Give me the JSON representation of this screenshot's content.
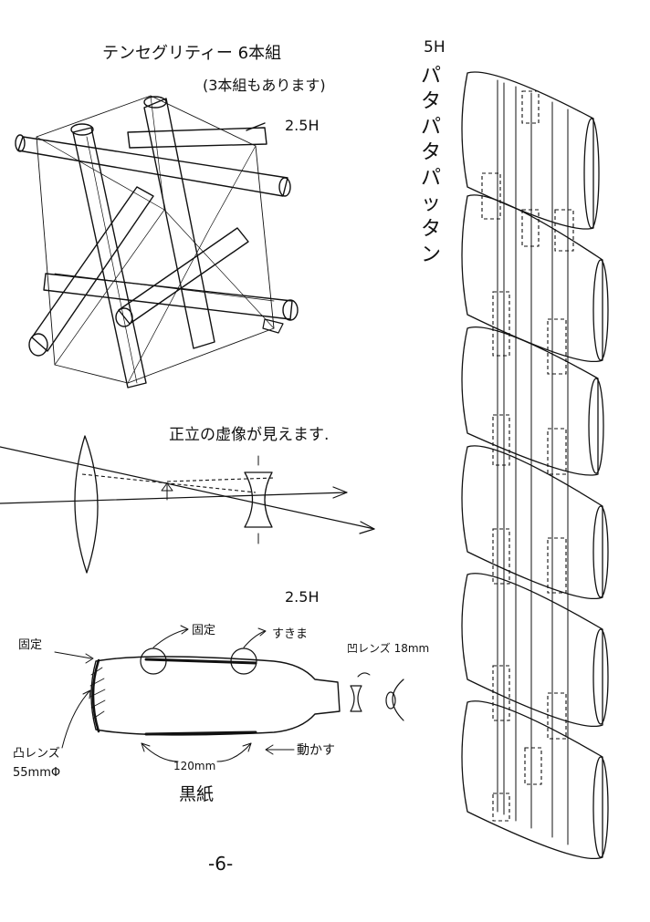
{
  "tensegrity": {
    "title": "テンセグリティー 6本組",
    "subtitle": "(3本組もあります)",
    "difficulty": "2.5H"
  },
  "virtual_image": {
    "caption": "正立の虚像が見えます."
  },
  "scope": {
    "difficulty": "2.5H",
    "label_fixed_left": "固定",
    "label_fixed_top": "固定",
    "label_gap": "すきま",
    "label_eyepiece": "凹レンズ 18mm",
    "label_objective": "凸レンズ",
    "label_objective_size": "55mmΦ",
    "label_length": "120mm",
    "label_move": "動かす",
    "label_paper": "黒紙"
  },
  "pata": {
    "difficulty": "5H",
    "vertical_text": [
      "パ",
      "タ",
      "パ",
      "タ",
      "パ",
      "ッ",
      "タ",
      "ン"
    ]
  },
  "page_number": "-6-"
}
